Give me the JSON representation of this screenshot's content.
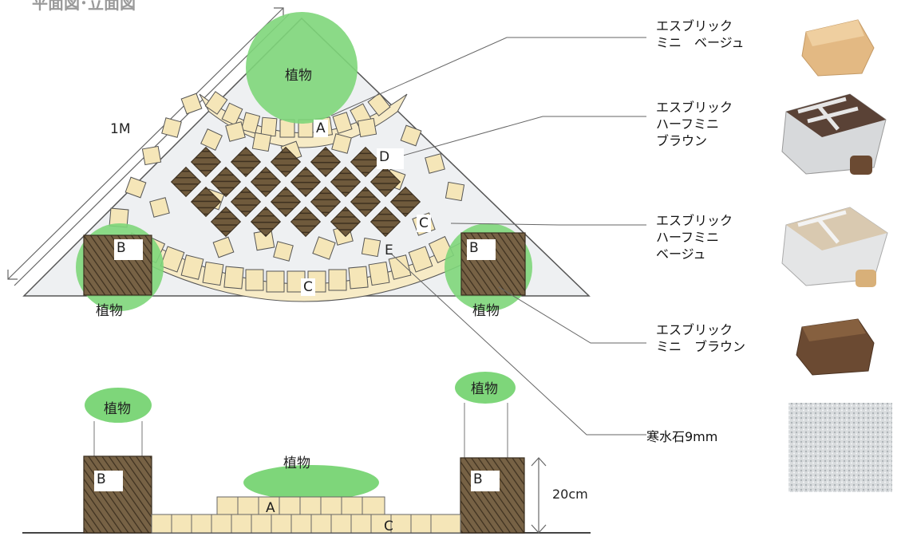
{
  "page": {
    "title": "平面図･立面図"
  },
  "plan": {
    "dimension_label": "1M",
    "plants": [
      "植物",
      "植物",
      "植物"
    ],
    "markers": {
      "A": "A",
      "B_left": "B",
      "B_right": "B",
      "C_arc": "C",
      "C_small": "C",
      "D": "D",
      "E": "E"
    }
  },
  "elevation": {
    "plants": [
      "植物",
      "植物",
      "植物"
    ],
    "markers": {
      "B_left": "B",
      "B_right": "B",
      "A": "A",
      "C": "C"
    },
    "height_label": "20cm"
  },
  "legend": [
    {
      "text": "エスブリック\nミニ　ベージュ",
      "swatch": "beige-brick"
    },
    {
      "text": "エスブリック\nハーフミニ\nブラウン",
      "swatch": "brown-half-mini"
    },
    {
      "text": "エスブリック\nハーフミニ\nベージュ",
      "swatch": "beige-half-mini"
    },
    {
      "text": "エスブリック\nミニ　ブラウン",
      "swatch": "brown-brick"
    },
    {
      "text": "寒水石9mm",
      "swatch": "white-gravel"
    }
  ],
  "colors": {
    "plant": "#7ed67a",
    "beige": "#f5e6b8",
    "brown": "#6f5a3c",
    "line": "#555555"
  }
}
